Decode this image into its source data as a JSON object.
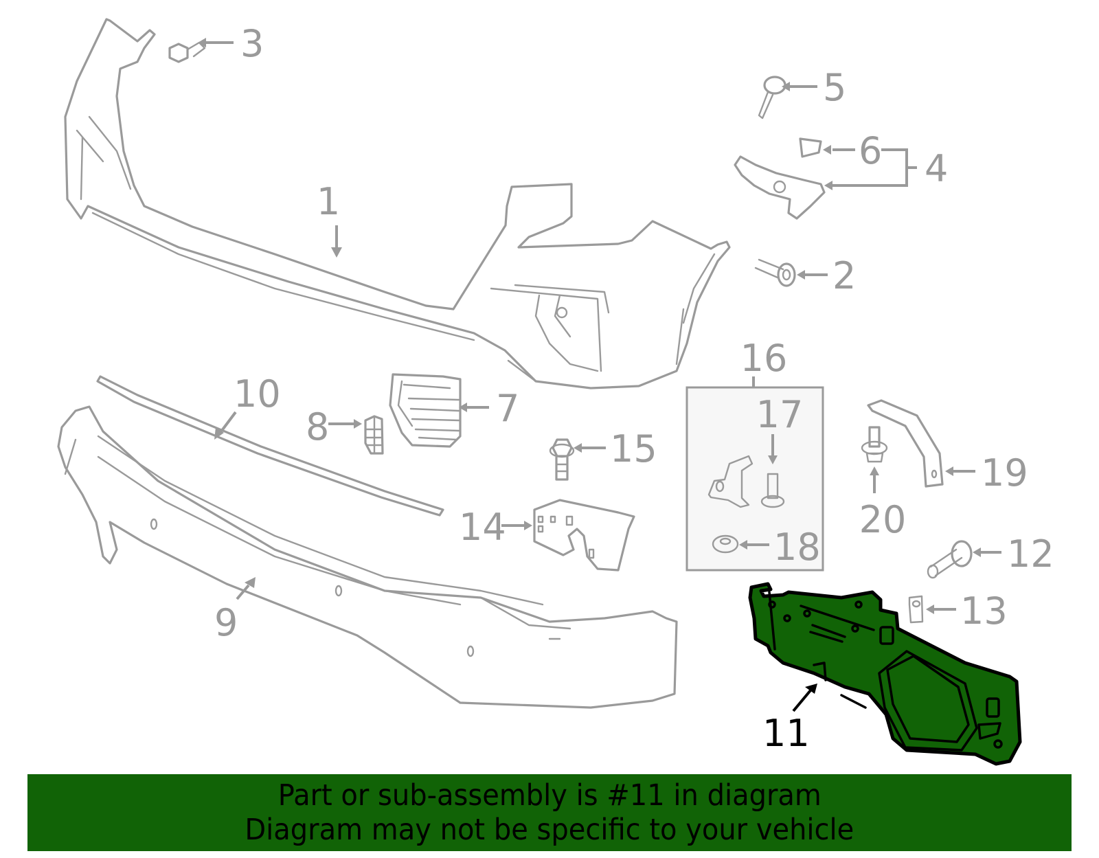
{
  "diagram": {
    "title": "Front bumper assembly parts diagram",
    "highlight_color": "#116306",
    "line_color": "#9a9a9a",
    "highlighted_part": "11",
    "callouts": [
      {
        "id": "1",
        "label": "1"
      },
      {
        "id": "2",
        "label": "2"
      },
      {
        "id": "3",
        "label": "3"
      },
      {
        "id": "4",
        "label": "4"
      },
      {
        "id": "5",
        "label": "5"
      },
      {
        "id": "6",
        "label": "6"
      },
      {
        "id": "7",
        "label": "7"
      },
      {
        "id": "8",
        "label": "8"
      },
      {
        "id": "9",
        "label": "9"
      },
      {
        "id": "10",
        "label": "10"
      },
      {
        "id": "11",
        "label": "11"
      },
      {
        "id": "12",
        "label": "12"
      },
      {
        "id": "13",
        "label": "13"
      },
      {
        "id": "14",
        "label": "14"
      },
      {
        "id": "15",
        "label": "15"
      },
      {
        "id": "16",
        "label": "16"
      },
      {
        "id": "17",
        "label": "17"
      },
      {
        "id": "18",
        "label": "18"
      },
      {
        "id": "19",
        "label": "19"
      },
      {
        "id": "20",
        "label": "20"
      }
    ]
  },
  "banner": {
    "line1": "Part or sub-assembly is #11 in diagram",
    "line2": "Diagram may not be specific to your vehicle",
    "background": "#116306"
  }
}
